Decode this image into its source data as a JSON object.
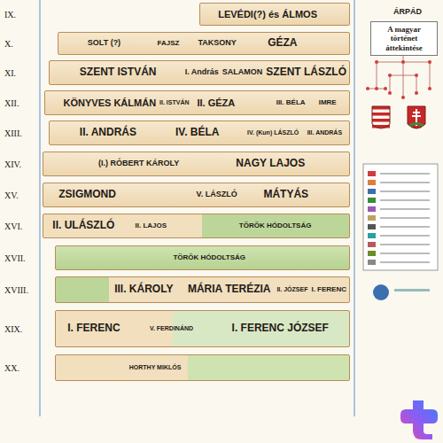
{
  "diagram": {
    "nodes": [
      {
        "text": [
          "A magyar történet áttekintése"
        ]
      },
      {
        "text": [
          "LEVÉDI(?) és ÁLMOS"
        ]
      },
      {
        "text": [
          "SOLT (?)",
          "FAJSZ",
          "TAKSONY",
          "GÉZA"
        ]
      },
      {
        "text": [
          "SZENT ISTVÁN",
          "I. András",
          "SALAMON",
          "SZENT LÁSZLÓ"
        ]
      },
      {
        "text": [
          "KÖNYVES KÁLMÁN",
          "II. ISTVÁN",
          "II. GÉZA",
          "III. BÉLA",
          "IMRE"
        ]
      },
      {
        "text": [
          "II. ANDRÁS",
          "IV. BÉLA",
          "IV. (Kun) LÁSZLÓ",
          "III. ANDRÁS"
        ]
      },
      {
        "text": [
          "(I.) RÓBERT KÁROLY",
          "NAGY LAJOS"
        ]
      },
      {
        "text": [
          "ZSIGMOND",
          "V. LÁSZLÓ",
          "MÁTYÁS"
        ]
      },
      {
        "text": [
          "II. ULÁSZLÓ",
          "II. LAJOS",
          "TÖRÖK HÓDOLTSÁG"
        ]
      },
      {
        "text": [
          "TÖRÖK HÓDOLTSÁG"
        ]
      },
      {
        "text": [
          "III. KÁROLY",
          "MÁRIA TERÉZIA",
          "II. JÓZSEF",
          "I. FERENC"
        ]
      },
      {
        "text": [
          "I. FERENC",
          "V. FERDINÁND",
          "I. FERENC JÓZSEF"
        ]
      },
      {
        "text": [
          "HORTHY MIKLÓS"
        ]
      }
    ],
    "labels": [
      "IX.",
      "X.",
      "XI.",
      "XII.",
      "XIII.",
      "XIV.",
      "XV.",
      "XVI.",
      "XVII.",
      "XVIII.",
      "XIX.",
      "XX.",
      "ÁRPÁD"
    ]
  }
}
